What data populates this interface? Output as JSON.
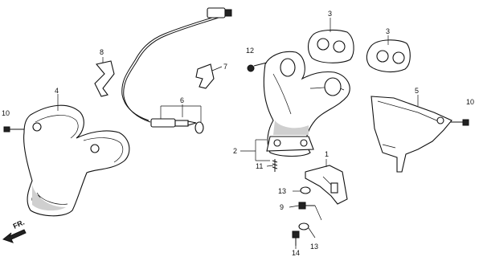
{
  "callouts": {
    "c1": "1",
    "c2": "2",
    "c3a": "3",
    "c3b": "3",
    "c4": "4",
    "c5": "5",
    "c6": "6",
    "c7": "7",
    "c8": "8",
    "c9": "9",
    "c10a": "10",
    "c10b": "10",
    "c11": "11",
    "c12": "12",
    "c13a": "13",
    "c13b": "13",
    "c14": "14"
  },
  "front_indicator": "FR."
}
